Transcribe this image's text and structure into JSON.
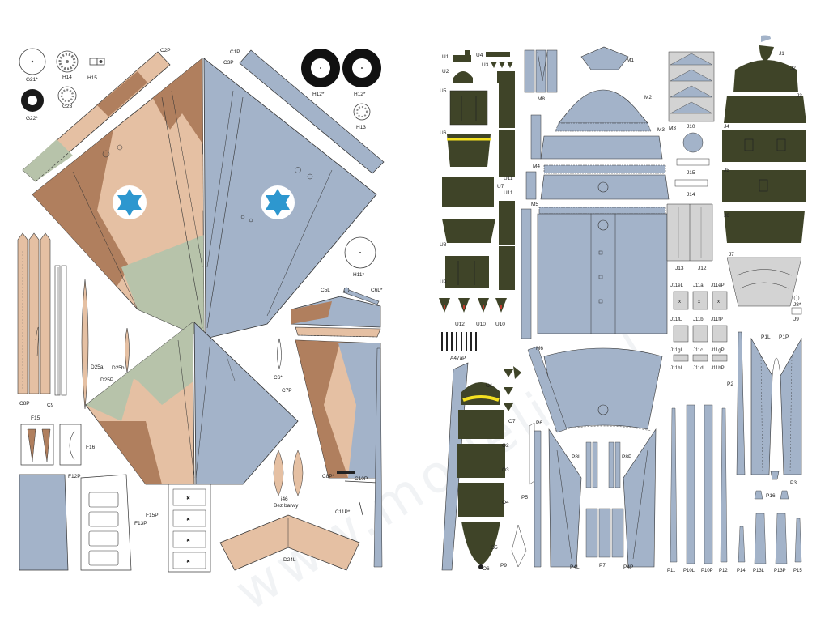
{
  "colors": {
    "grey_blue": "#a3b3c9",
    "sand": "#e5c0a3",
    "brown": "#b07f5e",
    "sage": "#b7c3aa",
    "olive": "#3f4428",
    "yellow": "#f4e020",
    "light_grey": "#d3d3d3",
    "roundel": "#2d97cf",
    "outline": "#333333"
  },
  "watermark": "www.modelik.pl",
  "left_labels": {
    "g21": "G21*",
    "h14": "H14",
    "h15": "H15",
    "g22": "G22*",
    "g23": "G23",
    "c2p": "C2P",
    "c1p": "C1P",
    "c3p": "C3P",
    "h12a": "H12*",
    "h12b": "H12*",
    "h13": "H13",
    "h11": "H11*",
    "c5l": "C5L",
    "c6l": "C6L*",
    "c6": "C6*",
    "c7p": "C7P",
    "d25a": "D25a",
    "d25b": "D25b",
    "d25p": "D25P",
    "c8p": "C8P",
    "c9": "C9",
    "f15": "F15",
    "f16": "F16",
    "f12p": "F12P",
    "f15p": "F15P",
    "f13p": "F13P",
    "c8pp": "C8P*",
    "c10p": "C10P",
    "c11p": "C11P*",
    "i46": "i46",
    "bez_barwy": "Bez barwy",
    "d24l": "D24L"
  },
  "right_labels": {
    "u1": "U1",
    "u4": "U4",
    "u3": "U3",
    "u2": "U2",
    "u5": "U5",
    "u6": "U6",
    "u7": "U7",
    "u11a": "U11",
    "u11b": "U11",
    "u8": "U8",
    "u9": "U9",
    "u12": "U12",
    "u10a": "U10",
    "u10b": "U10",
    "a47ap": "A47aP",
    "m8": "M8",
    "m1": "M1",
    "m2": "M2",
    "m3": "M3",
    "m4": "M4",
    "m5": "M5",
    "m6": "M6",
    "j10": "J10",
    "j15": "J15",
    "j14": "J14",
    "j13": "J13",
    "j12": "J12",
    "j11el": "J11eL",
    "j11a": "J11a",
    "j11ep": "J11eP",
    "j11fl": "J11fL",
    "j11b": "J11b",
    "j11fp": "J11fP",
    "j11gl": "J11gL",
    "j11c": "J11c",
    "j11gp": "J11gP",
    "j11hl": "J11hL",
    "j11d": "J11d",
    "j11hp": "J11hP",
    "j1": "J1",
    "j2": "J2",
    "j3": "J3",
    "j4": "J4",
    "j5": "J5",
    "j6": "J6",
    "j7": "J7",
    "j8a": "J8*",
    "j9": "J9",
    "o1": "O1",
    "o2": "O2",
    "o3": "O3",
    "o4": "O4",
    "o5": "O5",
    "o6": "O6",
    "o7": "O7",
    "p6": "P6",
    "p5": "P5",
    "p9": "P9",
    "p8l": "P8L",
    "p8p": "P8P",
    "p4l": "P4L",
    "p4p": "P4P",
    "p7": "P7",
    "p1l": "P1L",
    "p1p": "P1P",
    "p2": "P2",
    "p3": "P3",
    "p16": "P16",
    "p11": "P11",
    "p10l": "P10L",
    "p10p": "P10P",
    "p12": "P12",
    "p14": "P14",
    "p13l": "P13L",
    "p13p": "P13P",
    "p15": "P15"
  }
}
